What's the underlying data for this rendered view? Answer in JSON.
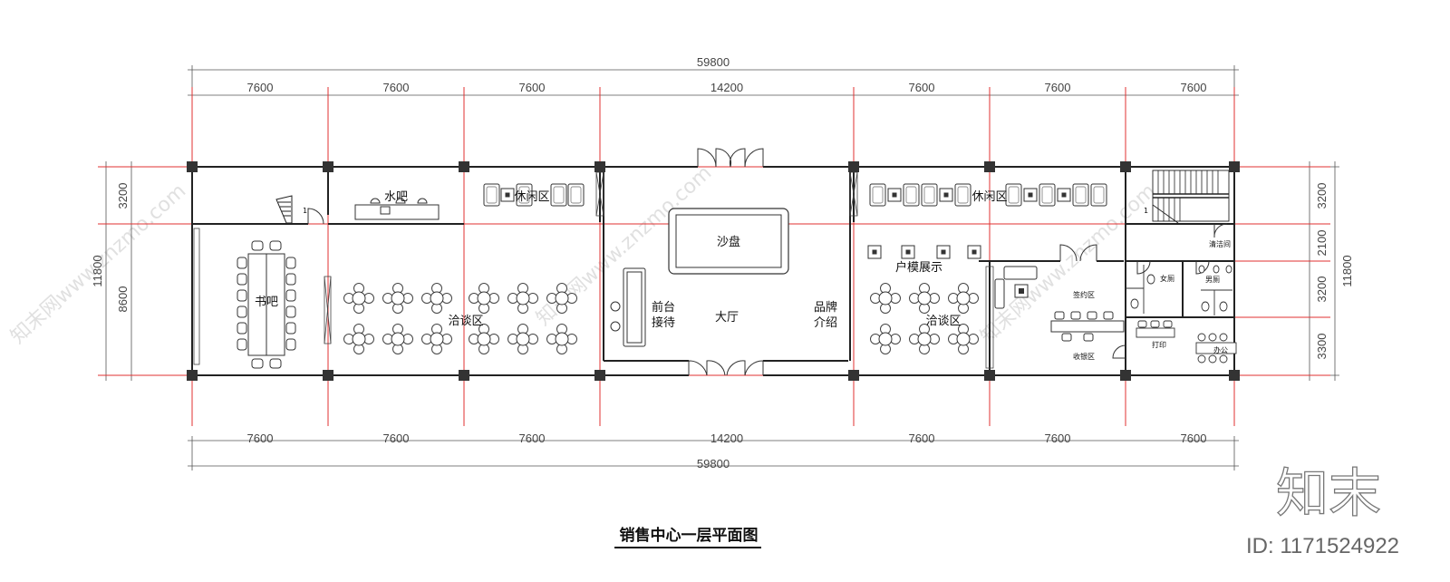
{
  "title": "销售中心一层平面图",
  "dimensions": {
    "top_total": "59800",
    "top_segments": [
      "7600",
      "7600",
      "7600",
      "14200",
      "7600",
      "7600",
      "7600"
    ],
    "bottom_segments": [
      "7600",
      "7600",
      "7600",
      "14200",
      "7600",
      "7600",
      "7600"
    ],
    "bottom_total": "59800",
    "left_total": "11800",
    "left_segments": [
      "3200",
      "8600"
    ],
    "right_total": "11800",
    "right_segments": [
      "3200",
      "2100",
      "3200",
      "3300"
    ]
  },
  "rooms": {
    "water_bar": "水吧",
    "lounge_left": "休闲区",
    "lounge_right": "休闲区",
    "book_bar": "书吧",
    "negotiation_left": "洽谈区",
    "sand_table": "沙盘",
    "reception_line1": "前台",
    "reception_line2": "接待",
    "hall": "大厅",
    "brand_line1": "品牌",
    "brand_line2": "介绍",
    "unit_model": "户模展示",
    "negotiation_right": "洽谈区",
    "signing": "签约区",
    "cashier": "收银区",
    "female_wc": "女厕",
    "male_wc": "男厕",
    "cleaning": "清洁间",
    "printing": "打印",
    "office": "办公"
  },
  "stair_mark": "1",
  "watermark": {
    "logo": "知末",
    "id": "ID: 1171524922",
    "diagonal": "知末网www.znzmo.com"
  },
  "colors": {
    "axis": "#e03030",
    "wall": "#222222",
    "column": "#333333",
    "dim_line": "#555555"
  }
}
